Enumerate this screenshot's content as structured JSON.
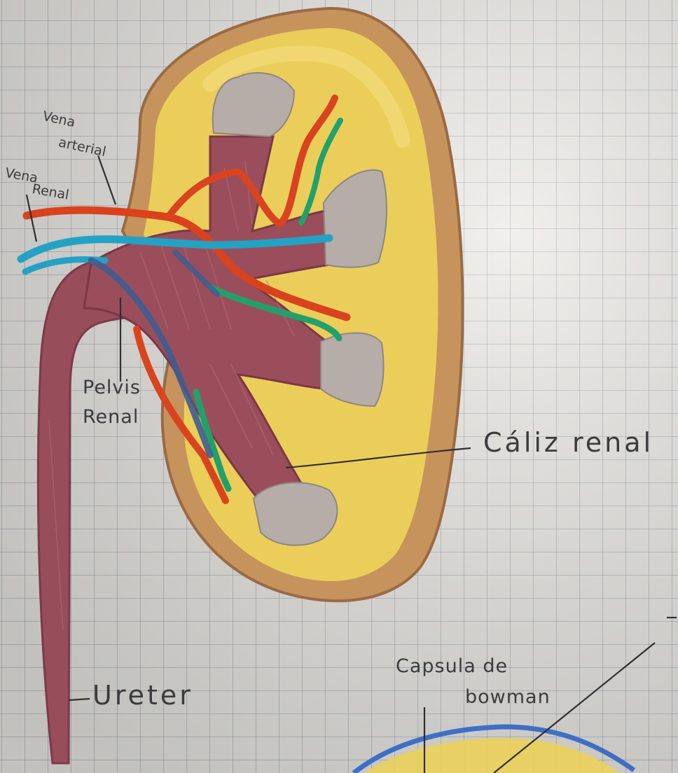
{
  "labels": {
    "vena_arterial": [
      "Vena",
      "arterial"
    ],
    "vena_renal": [
      "Vena",
      "Renal"
    ],
    "pelvis_renal": [
      "Pelvis",
      "Renal"
    ],
    "caliz_renal": "Cáliz renal",
    "ureter": "Ureter",
    "capsula_bowman": [
      "Capsula de",
      "bowman"
    ]
  },
  "colors": {
    "paper": "#ecebe6",
    "grid": "#8a8ea3",
    "capsule": "#a8724c",
    "cortex": "#e9cd55",
    "pelvis": "#8e4855",
    "calyx_cup": "#b4aaa6",
    "artery": "#d9421c",
    "vein": "#23a2c4",
    "nerve_green": "#22a06b",
    "blue_vessel": "#3f5d90",
    "bowman": "#3e6fc4"
  }
}
